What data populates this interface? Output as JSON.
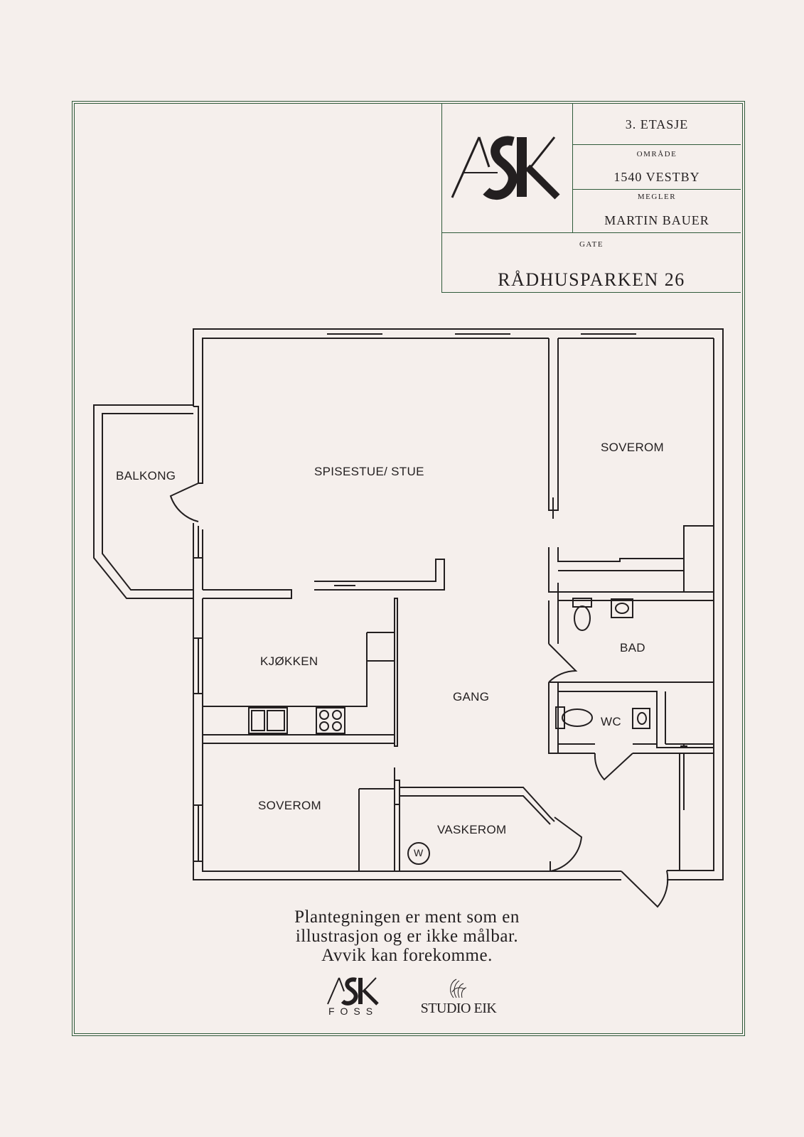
{
  "title_block": {
    "floor": "3. ETASJE",
    "area_label": "OMRÅDE",
    "area_value": "1540 VESTBY",
    "agent_label": "MEGLER",
    "agent_value": "MARTIN BAUER",
    "street_label": "GATE",
    "street_value": "RÅDHUSPARKEN 26",
    "logo_text": "ASK"
  },
  "rooms": {
    "balcony": "BALKONG",
    "living": "SPISESTUE/ STUE",
    "bedroom_1": "SOVEROM",
    "bathroom": "BAD",
    "kitchen": "KJØKKEN",
    "hallway": "GANG",
    "wc": "WC",
    "bedroom_2": "SOVEROM",
    "laundry": "VASKEROM",
    "washer_symbol": "W"
  },
  "disclaimer": [
    "Plantegningen er ment som en",
    "illustrasjon og er ikke målbar.",
    "Avvik kan forekomme."
  ],
  "footer_logos": {
    "ask": "ASK",
    "foss": "FOSS",
    "studio": "STUDIO EIK"
  },
  "colors": {
    "background": "#f5efec",
    "frame": "#2f5a3a",
    "ink": "#231f20"
  }
}
